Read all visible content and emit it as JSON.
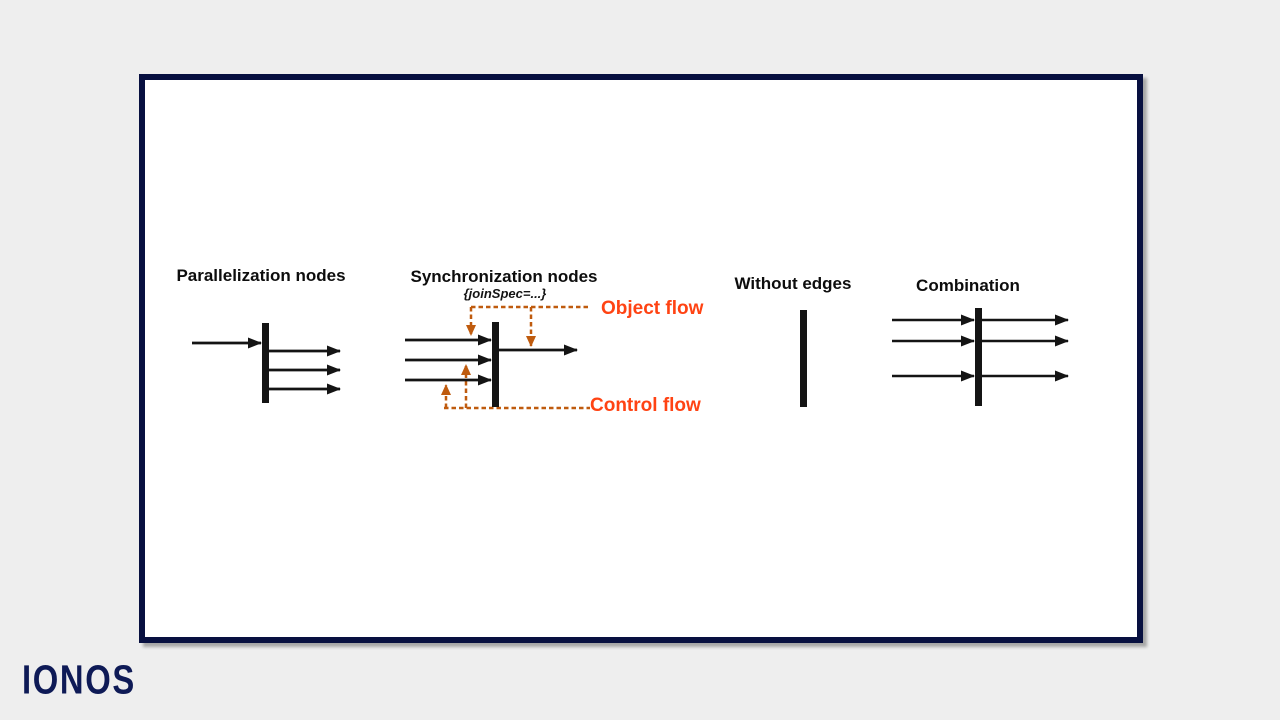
{
  "page": {
    "background_color": "#eeeeee",
    "frame": {
      "border_color": "#081040",
      "fill_color": "#ffffff"
    },
    "logo": {
      "text": "IONOS",
      "color": "#0e1a56"
    }
  },
  "diagram": {
    "ink_color": "#141414",
    "sections": [
      {
        "title": "Parallelization nodes"
      },
      {
        "title": "Synchronization nodes",
        "subtitle": "{joinSpec=...}"
      },
      {
        "title": "Without edges"
      },
      {
        "title": "Combination"
      }
    ],
    "flow_labels": {
      "object_flow": "Object flow",
      "control_flow": "Control flow",
      "text_color": "#ff4313",
      "dash_color": "#bf5b0e"
    }
  }
}
